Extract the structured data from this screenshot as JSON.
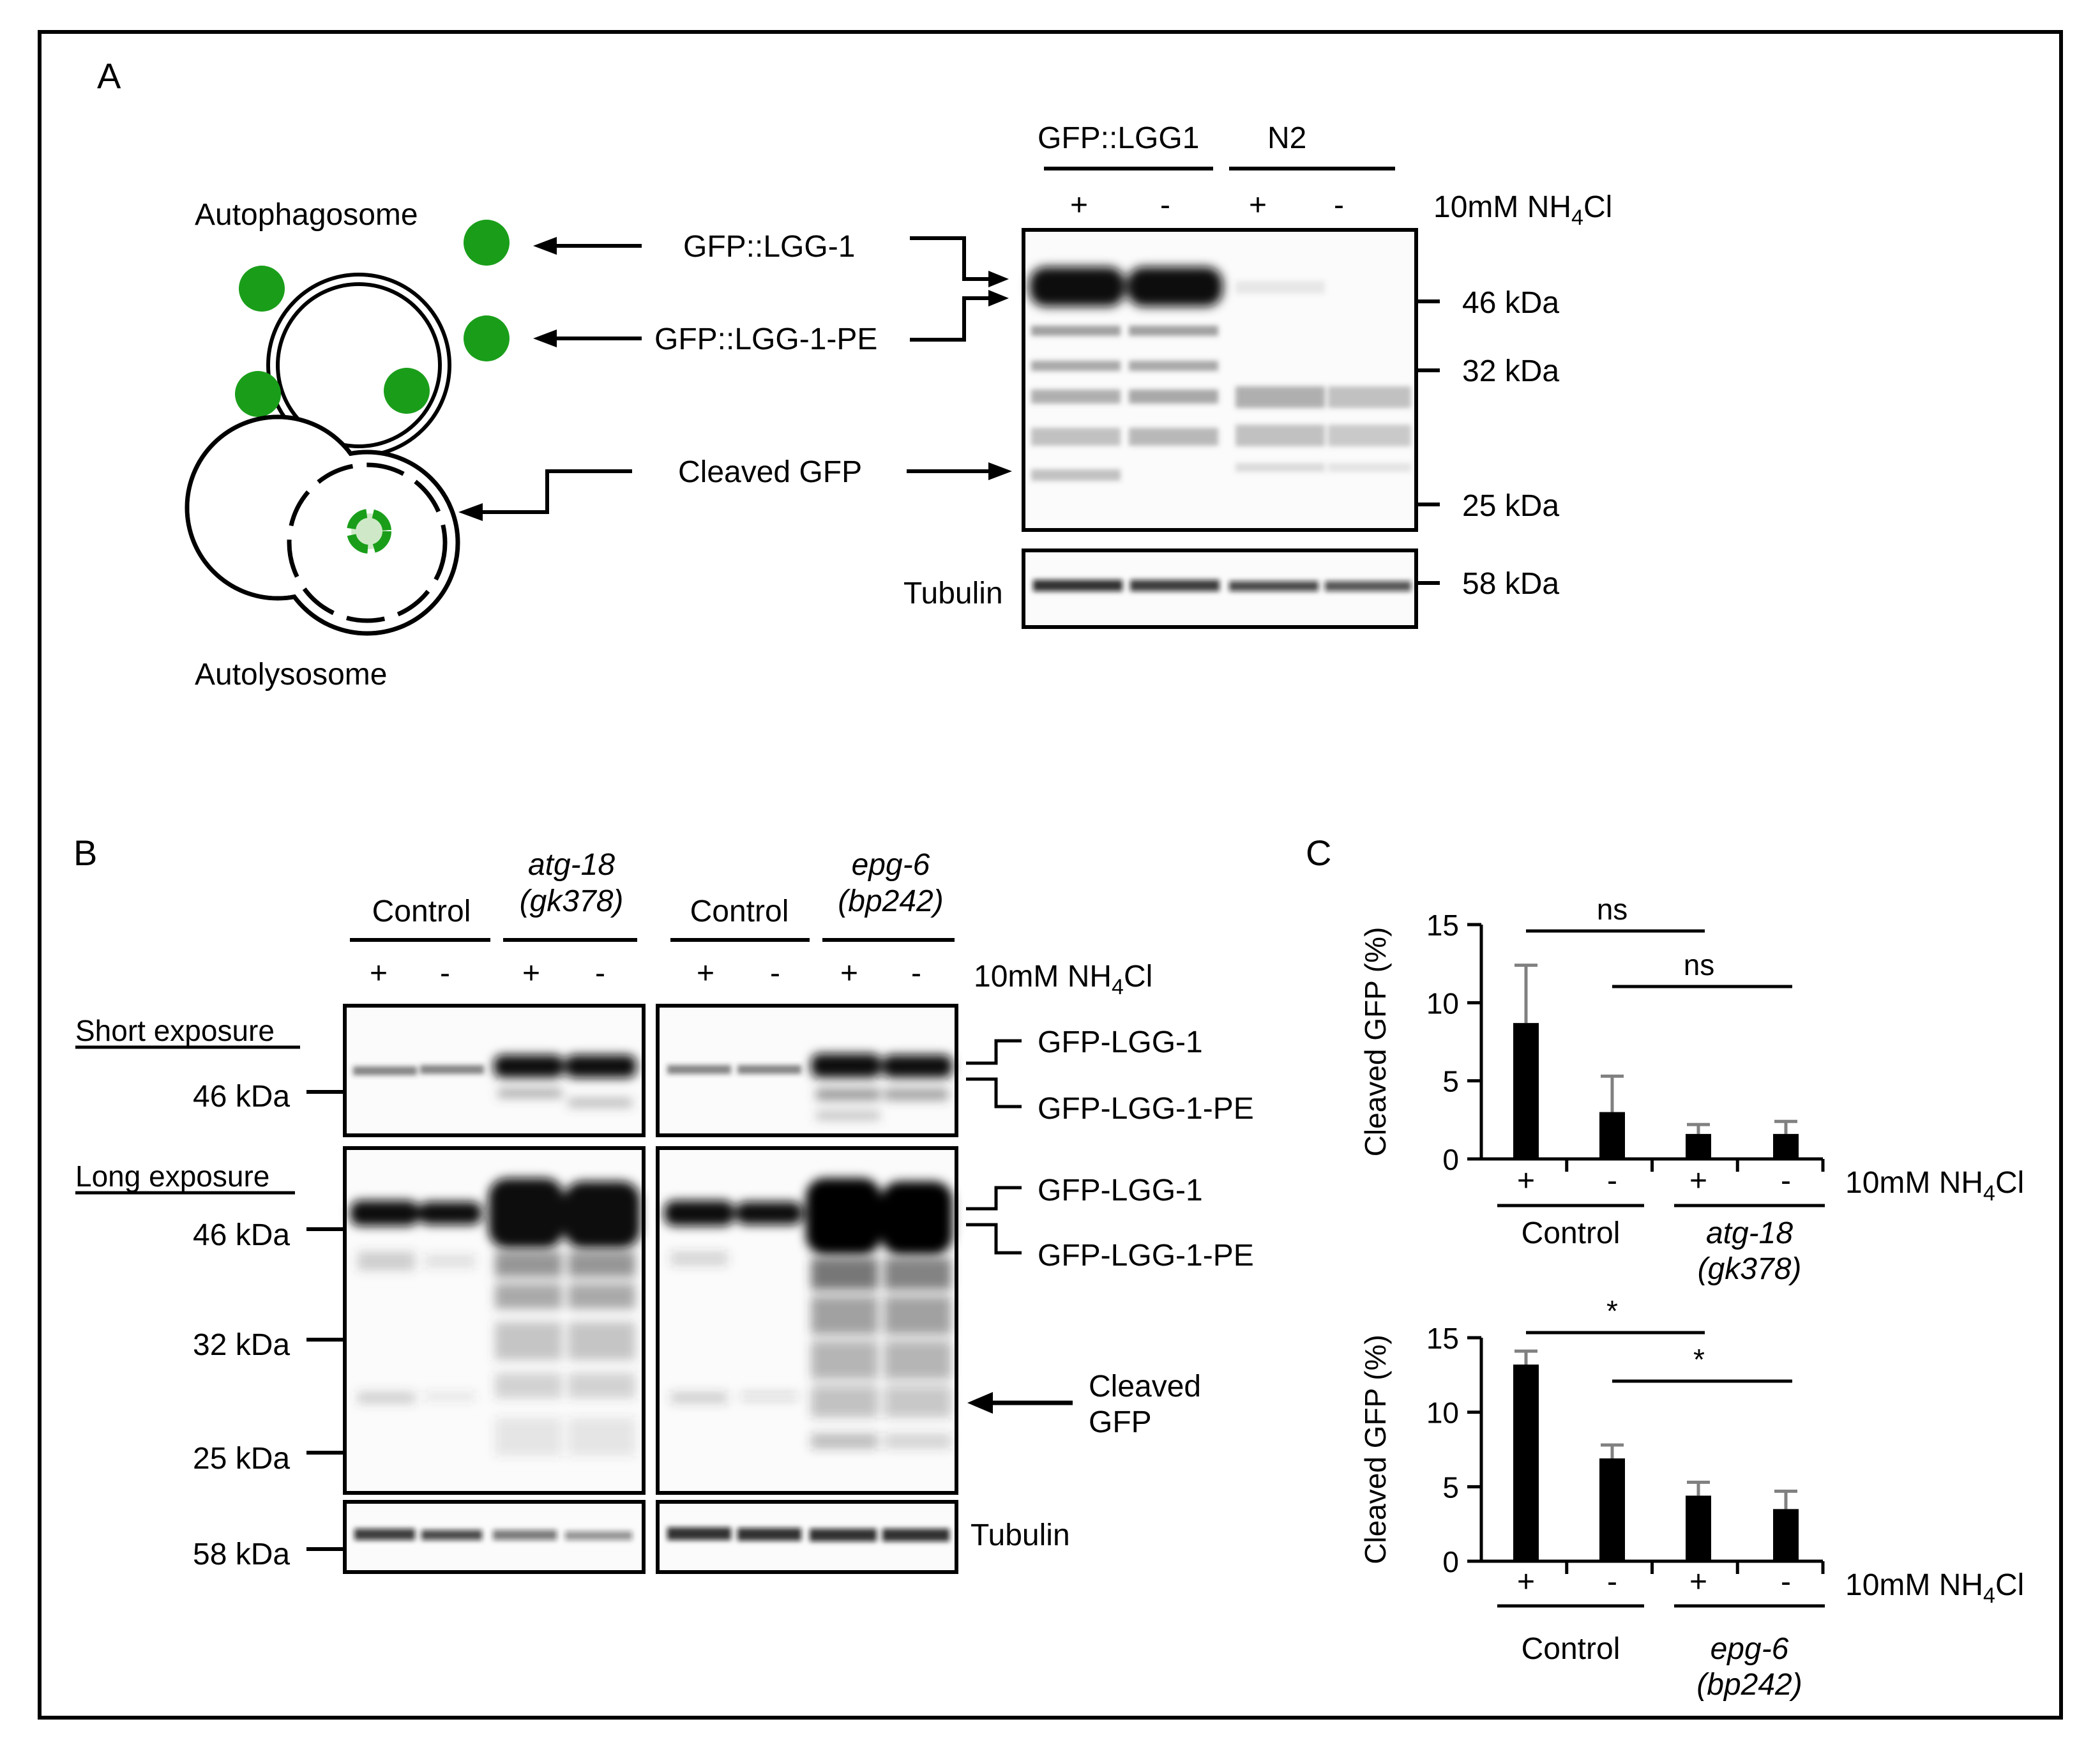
{
  "panelA": {
    "letter": "A",
    "autophagosome_label": "Autophagosome",
    "autolysosome_label": "Autolysosome",
    "gfp_lgg1_label": "GFP::LGG-1",
    "gfp_lgg1_pe_label": "GFP::LGG-1-PE",
    "cleaved_gfp_label": "Cleaved GFP",
    "group1_label": "GFP::LGG1",
    "group2_label": "N2",
    "lane_signs": [
      "+",
      "-",
      "+",
      "-"
    ],
    "treatment_prefix": "10mM NH",
    "treatment_sub": "4",
    "treatment_suffix": "Cl",
    "markers": [
      "46 kDa",
      "32 kDa",
      "25 kDa"
    ],
    "tubulin_label": "Tubulin",
    "tubulin_marker": "58 kDa",
    "colors": {
      "gfp_green": "#1a9e1a",
      "blot_band": "#111111"
    }
  },
  "panelB": {
    "letter": "B",
    "groups": [
      {
        "line1": "Control",
        "line2": ""
      },
      {
        "line1": "atg-18",
        "line2": "(gk378)"
      },
      {
        "line1": "Control",
        "line2": ""
      },
      {
        "line1": "epg-6",
        "line2": "(bp242)"
      }
    ],
    "lane_signs": [
      "+",
      "-",
      "+",
      "-",
      "+",
      "-",
      "+",
      "-"
    ],
    "treatment_prefix": "10mM NH",
    "treatment_sub": "4",
    "treatment_suffix": "Cl",
    "short_exposure": "Short exposure",
    "long_exposure": "Long exposure",
    "marker_46": "46 kDa",
    "marker_32": "32 kDa",
    "marker_25": "25 kDa",
    "marker_58": "58 kDa",
    "gfp_lgg1": "GFP-LGG-1",
    "gfp_lgg1_pe": "GFP-LGG-1-PE",
    "cleaved_line1": "Cleaved",
    "cleaved_line2": "GFP",
    "tubulin_label": "Tubulin"
  },
  "panelC": {
    "letter": "C",
    "chart_data": [
      {
        "type": "bar",
        "ylabel": "Cleaved GFP (%)",
        "ylim": [
          0,
          15
        ],
        "yticks": [
          0,
          5,
          10,
          15
        ],
        "categories": [
          "+",
          "-",
          "+",
          "-"
        ],
        "values": [
          8.7,
          3.0,
          1.6,
          1.6
        ],
        "errors": [
          3.7,
          2.3,
          0.6,
          0.8
        ],
        "groups": [
          {
            "line1": "Control",
            "line2": ""
          },
          {
            "line1": "atg-18",
            "line2": "(gk378)"
          }
        ],
        "significance": [
          {
            "from": 0,
            "to": 2,
            "label": "ns"
          },
          {
            "from": 1,
            "to": 3,
            "label": "ns"
          }
        ],
        "treatment_prefix": "10mM NH",
        "treatment_sub": "4",
        "treatment_suffix": "Cl",
        "grid": false,
        "bar_color": "#000000",
        "error_color": "#808080"
      },
      {
        "type": "bar",
        "ylabel": "Cleaved GFP (%)",
        "ylim": [
          0,
          15
        ],
        "yticks": [
          0,
          5,
          10,
          15
        ],
        "categories": [
          "+",
          "-",
          "+",
          "-"
        ],
        "values": [
          13.2,
          6.9,
          4.4,
          3.5
        ],
        "errors": [
          0.9,
          0.9,
          0.9,
          1.2
        ],
        "groups": [
          {
            "line1": "Control",
            "line2": ""
          },
          {
            "line1": "epg-6",
            "line2": "(bp242)"
          }
        ],
        "significance": [
          {
            "from": 0,
            "to": 2,
            "label": "*"
          },
          {
            "from": 1,
            "to": 3,
            "label": "*"
          }
        ],
        "treatment_prefix": "10mM NH",
        "treatment_sub": "4",
        "treatment_suffix": "Cl",
        "grid": false,
        "bar_color": "#000000",
        "error_color": "#808080"
      }
    ]
  }
}
